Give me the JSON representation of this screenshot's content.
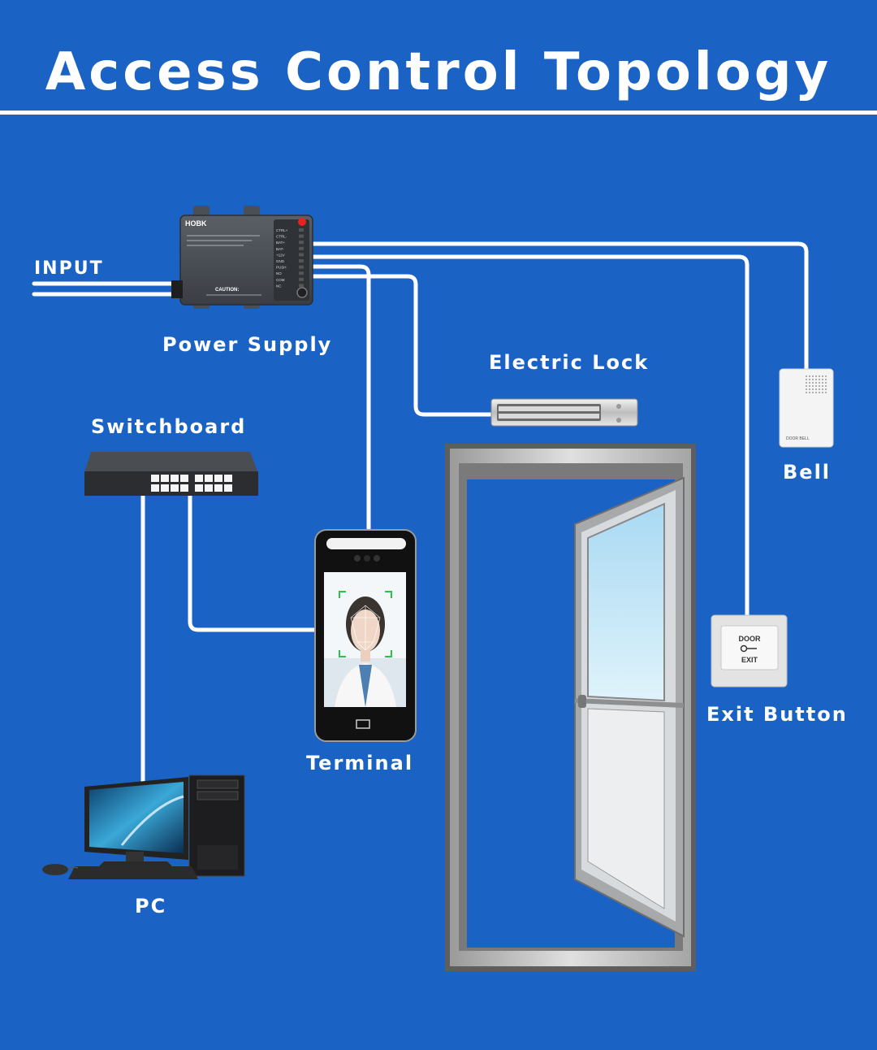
{
  "title": "Access Control Topology",
  "labels": {
    "input": "INPUT",
    "power_supply": "Power Supply",
    "electric_lock": "Electric Lock",
    "switchboard": "Switchboard",
    "bell": "Bell",
    "terminal": "Terminal",
    "exit_button": "Exit Button",
    "pc": "PC"
  },
  "power_supply_device": {
    "brand": "HOBK",
    "caution": "CAUTION:",
    "terminals": [
      "CTRL+",
      "CTRL-",
      "BAT+",
      "BAT-",
      "+12V",
      "GND",
      "PUSH",
      "NO",
      "COM",
      "NC"
    ]
  },
  "exit_button_device": {
    "line1": "DOOR",
    "line2": "EXIT"
  },
  "bell_device": {
    "text": "DOOR BELL"
  },
  "colors": {
    "background": "#1a63c4",
    "wire": "#ffffff",
    "text": "#ffffff"
  }
}
